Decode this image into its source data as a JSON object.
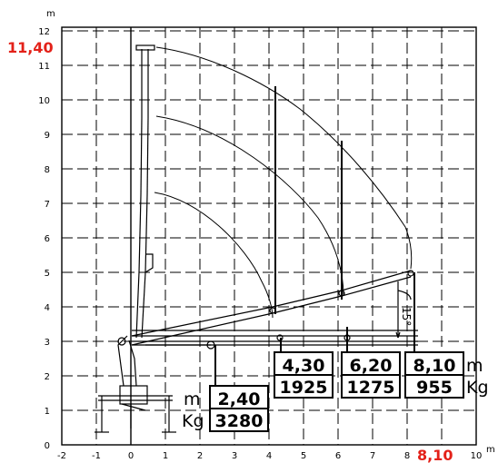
{
  "axes": {
    "y_unit": "m",
    "x_unit": "m",
    "x_ticks": [
      "-2",
      "-1",
      "0",
      "1",
      "2",
      "3",
      "4",
      "5",
      "6",
      "7",
      "8",
      "10"
    ],
    "y_ticks": [
      "0",
      "1",
      "2",
      "3",
      "4",
      "5",
      "6",
      "7",
      "8",
      "9",
      "10",
      "11",
      "12"
    ],
    "grid": "dashed"
  },
  "max_height_label": "11,40",
  "max_reach_label": "8,10",
  "accent_color": "#e32119",
  "angle_label": "15°",
  "capacity_points": [
    {
      "reach_label": "2,40",
      "load_label": "3280",
      "reach_m": 2.4,
      "load_kg": 3280
    },
    {
      "reach_label": "4,30",
      "load_label": "1925",
      "reach_m": 4.3,
      "load_kg": 1925
    },
    {
      "reach_label": "6,20",
      "load_label": "1275",
      "reach_m": 6.2,
      "load_kg": 1275
    },
    {
      "reach_label": "8,10",
      "load_label": "955",
      "reach_m": 8.1,
      "load_kg": 955
    }
  ],
  "units_left": {
    "reach": "m",
    "load": "Kg"
  },
  "units_right": {
    "reach": "m",
    "load": "Kg"
  }
}
